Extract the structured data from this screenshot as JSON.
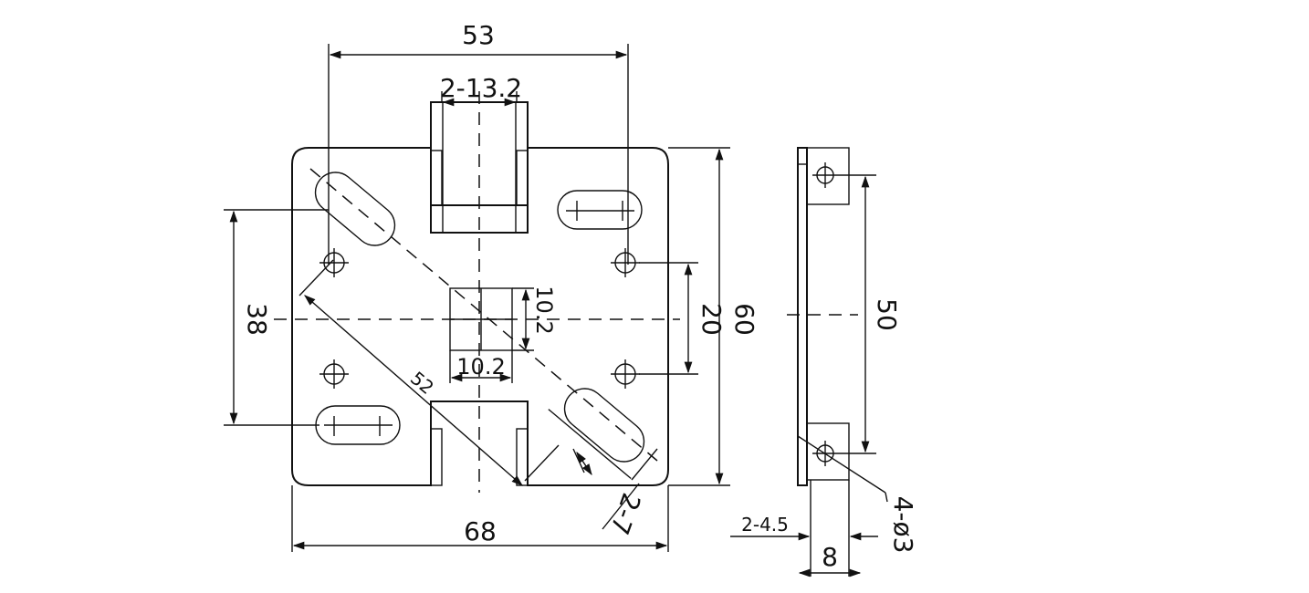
{
  "dimensions": {
    "width_53": "53",
    "slot_2_13_2": "2-13.2",
    "height_60": "60",
    "spacing_20": "20",
    "spacing_38": "38",
    "width_68": "68",
    "center_10_2_vert": "10.2",
    "center_10_2_horz": "10.2",
    "diagonal_52": "52",
    "slot_2_7": "2-7",
    "side_50": "50",
    "side_2_4_5": "2-4.5",
    "side_8": "8",
    "holes_4_phi3": "4-ø3"
  }
}
